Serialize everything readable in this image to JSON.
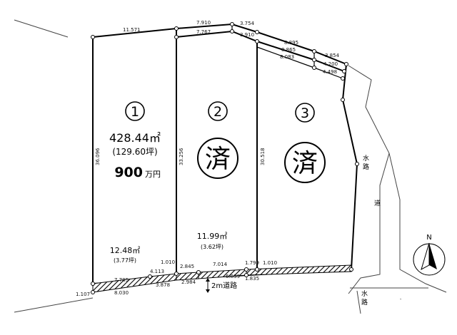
{
  "lots": [
    {
      "number": "1",
      "area": "428.44㎡",
      "tsubo": "(129.60坪)",
      "price": "900",
      "price_unit": "万円"
    },
    {
      "number": "2",
      "status": "済"
    },
    {
      "number": "3",
      "status": "済"
    }
  ],
  "strips": [
    {
      "area": "12.48㎡",
      "tsubo": "(3.77坪)"
    },
    {
      "area": "11.99㎡",
      "tsubo": "(3.62坪)"
    }
  ],
  "dimensions": {
    "top1": "11.571",
    "top2": "7.910",
    "top3": "3.754",
    "top2b": "7.767",
    "top3b": "3.910",
    "r1": "8.895",
    "r2": "8.865",
    "r3": "8.083",
    "r4": "3.854",
    "r5": "4.200",
    "r6": "4.498",
    "side1": "36.096",
    "side2": "33.256",
    "side3": "30.518",
    "b1": "1.107",
    "b2": "7.785",
    "b3": "4.113",
    "b4": "1.010",
    "b5": "8.030",
    "b6": "3.878",
    "b7": "2.845",
    "b8": "2.984",
    "b9": "7.014",
    "b10": "1.799",
    "b11": "6.839",
    "b12": "1.835",
    "b13": "1.010"
  },
  "labels": {
    "waterway": "水路",
    "road_char": "道",
    "road_width": "2m道路",
    "north": "N"
  }
}
